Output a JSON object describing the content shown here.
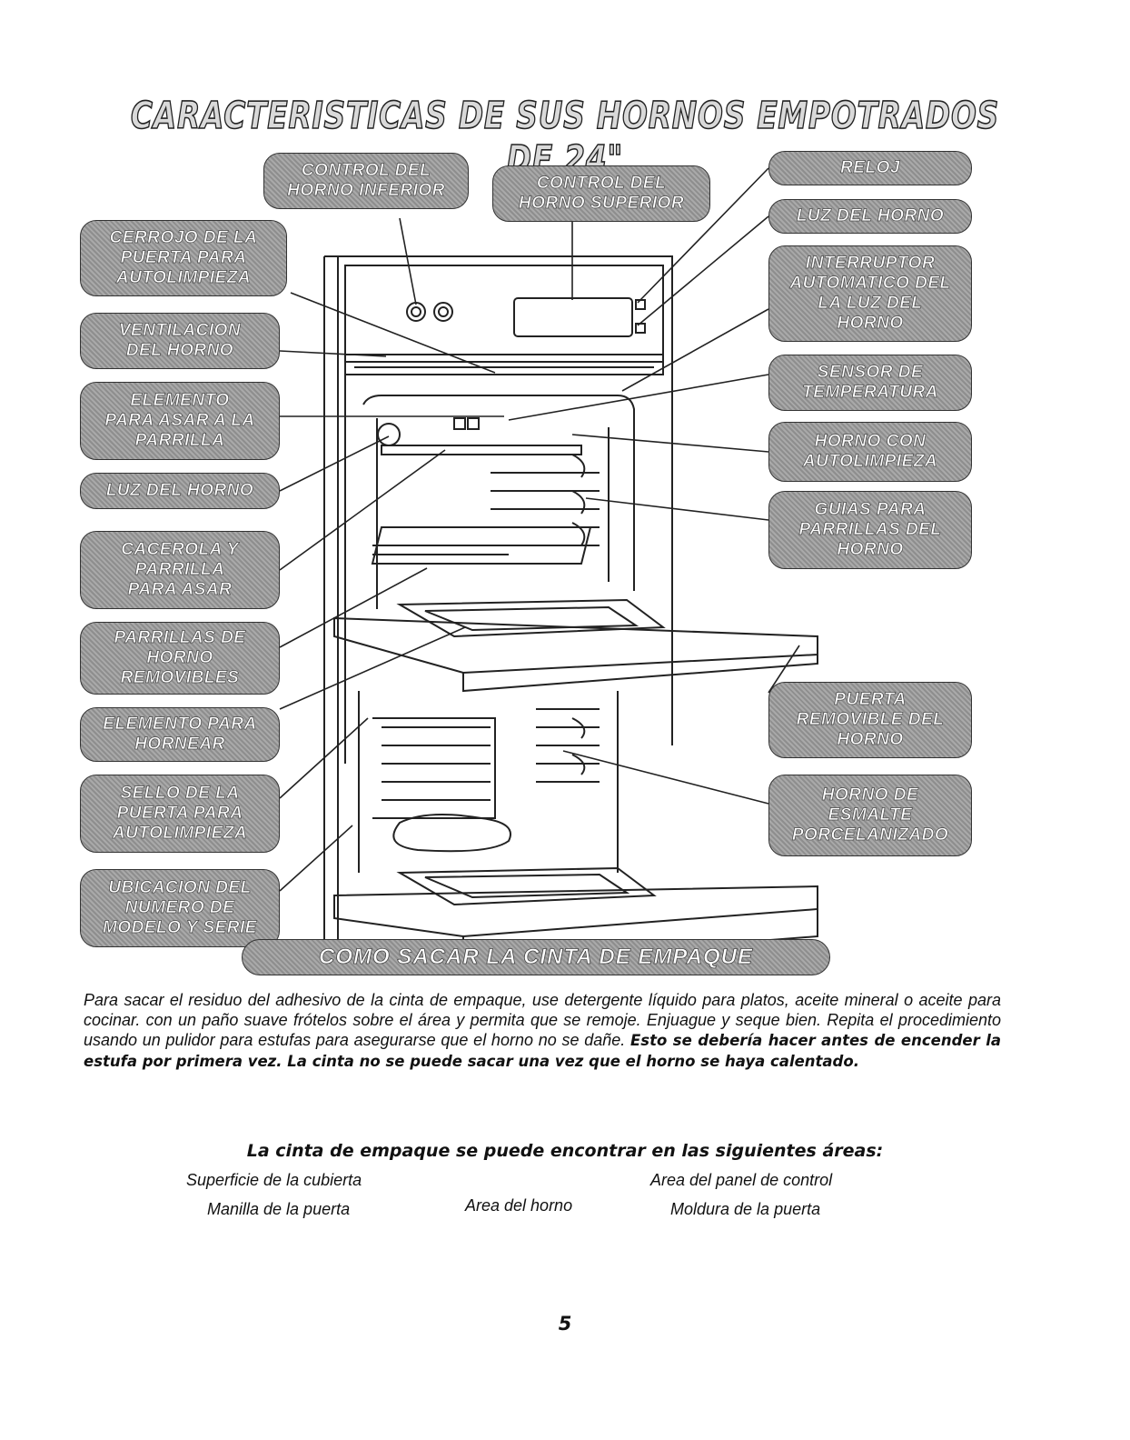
{
  "title": "CARACTERISTICAS DE SUS HORNOS EMPOTRADOS DE 24\"",
  "labels": {
    "control_inferior": "CONTROL DEL\nHORNO INFERIOR",
    "control_superior": "CONTROL DEL\nHORNO SUPERIOR",
    "reloj": "RELOJ",
    "luz_horno_right": "LUZ DEL HORNO",
    "interruptor": "INTERRUPTOR\nAUTOMATICO DEL\nLA LUZ DEL\nHORNO",
    "sensor": "SENSOR DE\nTEMPERATURA",
    "horno_autolimpieza": "HORNO CON\nAUTOLIMPIEZA",
    "guias": "GUIAS PARA\nPARRILLAS DEL\nHORNO",
    "puerta_removible": "PUERTA\nREMOVIBLE DEL\nHORNO",
    "horno_esmalte": "HORNO DE\nESMALTE\nPORCELANIZADO",
    "cerrojo": "CERROJO DE LA\nPUERTA PARA\nAUTOLIMPIEZA",
    "ventilacion": "VENTILACION\nDEL HORNO",
    "elemento_asar": "ELEMENTO\nPARA ASAR A LA\nPARRILLA",
    "luz_horno_left": "LUZ DEL HORNO",
    "cacerola": "CACEROLA Y\nPARRILLA\nPARA ASAR",
    "parrillas": "PARRILLAS DE\nHORNO\nREMOVIBLES",
    "elemento_hornear": "ELEMENTO PARA\nHORNEAR",
    "sello": "SELLO DE LA\nPUERTA PARA\nAUTOLIMPIEZA",
    "ubicacion": "UBICACION DEL\nNUMERO DE\nMODELO Y SERIE"
  },
  "section_title": "COMO SACAR LA CINTA DE EMPAQUE",
  "paragraph": {
    "normal": "Para sacar el residuo del adhesivo de la cinta de empaque, use detergente líquido para platos, aceite mineral o aceite para cocinar. con un paño suave frótelos sobre el área y permita que se remoje. Enjuague y seque bien. Repita el procedimiento usando un pulidor para estufas para asegurarse que el horno no se dañe.",
    "bold": "Esto se debería hacer antes de encender la estufa por primera vez. La cinta no se puede sacar una vez que el horno se haya calentado."
  },
  "areas_title": "La cinta de empaque se puede encontrar en las siguientes áreas:",
  "areas": {
    "superficie": "Superficie de la cubierta",
    "panel": "Area del panel de control",
    "manilla": "Manilla de la puerta",
    "area_horno": "Area del horno",
    "moldura": "Moldura de la puerta"
  },
  "page_number": "5"
}
